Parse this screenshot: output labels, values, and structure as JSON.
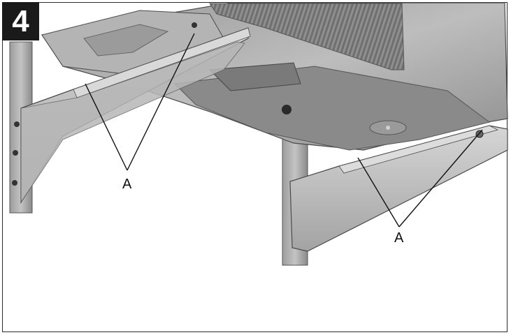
{
  "step": {
    "number": "4"
  },
  "callouts": {
    "left": {
      "label": "A"
    },
    "right": {
      "label": "A"
    }
  },
  "colors": {
    "metal_light": "#c9c9c9",
    "metal_mid": "#a9a9a9",
    "metal_dark": "#6e6e6e",
    "ink": "#111111"
  }
}
